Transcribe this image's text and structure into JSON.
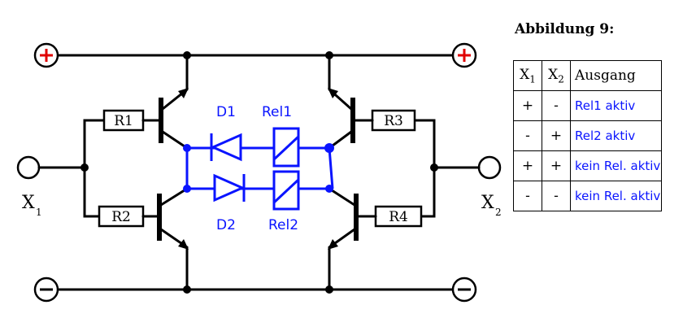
{
  "figure": {
    "title": "Abbildung 9:"
  },
  "circuit": {
    "resistors": [
      "R1",
      "R2",
      "R3",
      "R4"
    ],
    "diodes": [
      "D1",
      "D2"
    ],
    "relays": [
      "Rel1",
      "Rel2"
    ],
    "input_left": "X",
    "input_left_sub": "1",
    "input_right": "X",
    "input_right_sub": "2",
    "supply_positive": "+",
    "supply_negative": "−",
    "colors": {
      "wires": "#000000",
      "added_parts": "#0a14ff",
      "plus_sign": "#e00000"
    }
  },
  "table": {
    "headers": {
      "x1": "X",
      "x1_sub": "1",
      "x2": "X",
      "x2_sub": "2",
      "out": "Ausgang"
    },
    "rows": [
      {
        "x1": "+",
        "x2": "-",
        "out": "Rel1 aktiv"
      },
      {
        "x1": "-",
        "x2": "+",
        "out": "Rel2 aktiv"
      },
      {
        "x1": "+",
        "x2": "+",
        "out": "kein Rel. aktiv"
      },
      {
        "x1": "-",
        "x2": "-",
        "out": "kein Rel. aktiv"
      }
    ]
  }
}
